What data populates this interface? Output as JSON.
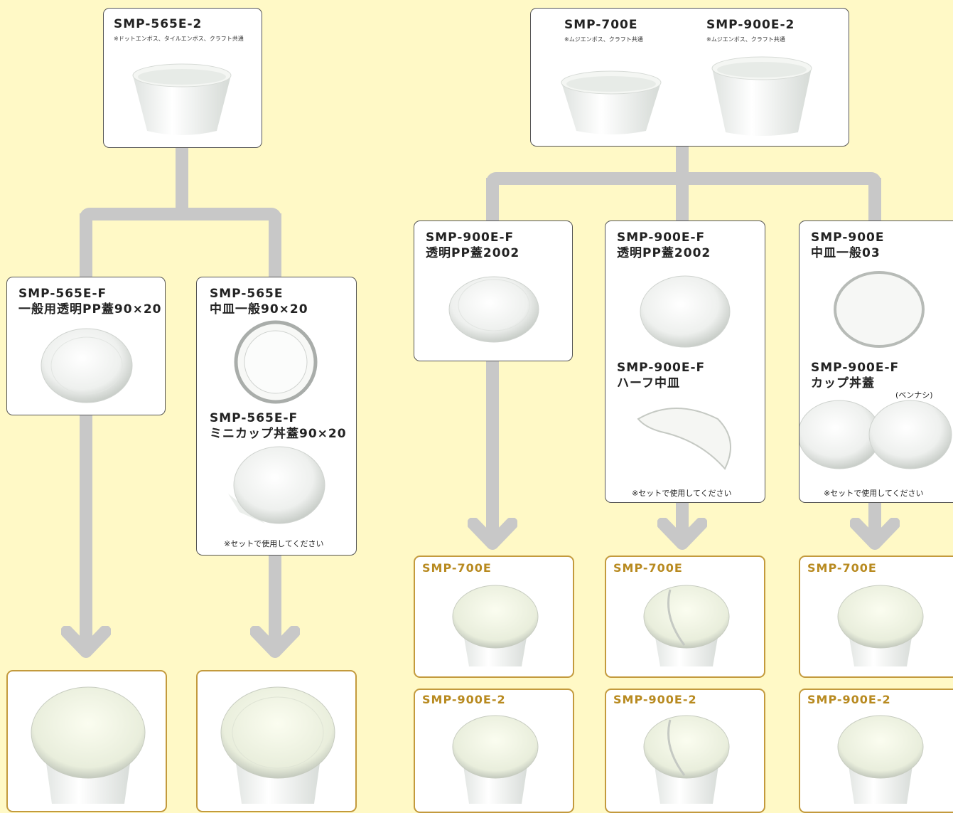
{
  "left": {
    "top": {
      "code": "SMP-565E-2",
      "note": "※ドットエンボス、タイルエンボス、クラフト共通",
      "image": "white-paper-cup"
    },
    "lid_a": {
      "code": "SMP-565E-F",
      "name": "一般用透明PP蓋90×20",
      "image": "clear-dome-lid"
    },
    "lid_b": {
      "item1_code": "SMP-565E",
      "item1_name": "中皿一般90×20",
      "item2_code": "SMP-565E-F",
      "item2_name": "ミニカップ丼蓋90×20",
      "set_note": "※セットで使用してください"
    }
  },
  "right": {
    "top": {
      "code1": "SMP-700E",
      "note1": "※ムジエンボス、クラフト共通",
      "code2": "SMP-900E-2",
      "note2": "※ムジエンボス、クラフト共通"
    },
    "lid1": {
      "code": "SMP-900E-F",
      "name": "透明PP蓋2002"
    },
    "lid2": {
      "code": "SMP-900E-F",
      "name": "透明PP蓋2002",
      "code2": "SMP-900E-F",
      "name2": "ハーフ中皿",
      "set_note": "※セットで使用してください"
    },
    "lid3": {
      "code": "SMP-900E",
      "name": "中皿一般03",
      "code2": "SMP-900E-F",
      "name2": "カップ丼蓋",
      "sub": "(ベンナシ)",
      "set_note": "※セットで使用してください"
    }
  },
  "results": {
    "r1": "SMP-700E",
    "r2": "SMP-700E",
    "r3": "SMP-700E",
    "r4": "SMP-900E-2",
    "r5": "SMP-900E-2",
    "r6": "SMP-900E-2"
  },
  "colors": {
    "background": "#fff9c6",
    "connector": "#c8c8c8",
    "result_border": "#c39a3d",
    "result_text": "#b88a20"
  }
}
